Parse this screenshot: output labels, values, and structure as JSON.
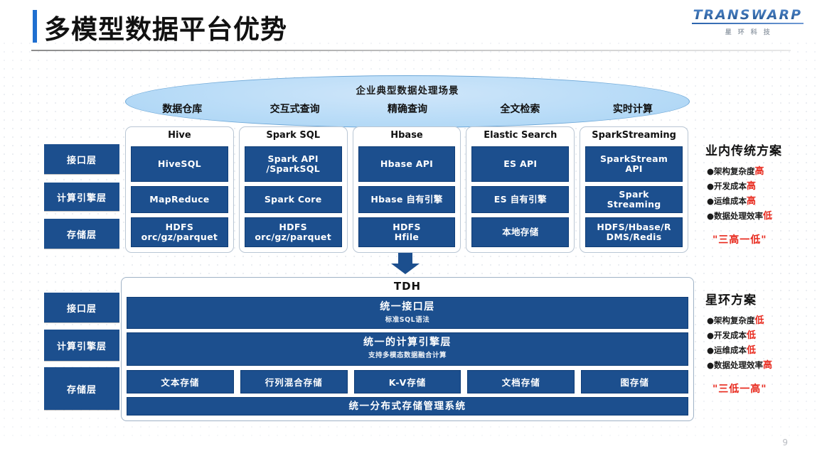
{
  "header": {
    "title": "多模型数据平台优势",
    "logo_main": "TRANSWARP",
    "logo_sub": "星环科技",
    "accent_color": "#1f6fd0"
  },
  "scenario_banner": {
    "title": "企业典型数据处理场景",
    "items": [
      "数据仓库",
      "交互式查询",
      "精确查询",
      "全文检索",
      "实时计算"
    ]
  },
  "layer_labels": {
    "interface": "接口层",
    "engine": "计算引擎层",
    "storage": "存储层"
  },
  "traditional": {
    "columns": [
      {
        "name": "Hive",
        "interface": "HiveSQL",
        "engine": "MapReduce",
        "storage": "HDFS\norc/gz/parquet"
      },
      {
        "name": "Spark SQL",
        "interface": "Spark API\n/SparkSQL",
        "engine": "Spark Core",
        "storage": "HDFS\norc/gz/parquet"
      },
      {
        "name": "Hbase",
        "interface": "Hbase API",
        "engine": "Hbase 自有引擎",
        "storage": "HDFS\nHfile"
      },
      {
        "name": "Elastic Search",
        "interface": "ES API",
        "engine": "ES 自有引擎",
        "storage": "本地存储"
      },
      {
        "name": "SparkStreaming",
        "interface": "SparkStream\nAPI",
        "engine": "Spark\nStreaming",
        "storage": "HDFS/Hbase/R\nDMS/Redis"
      }
    ]
  },
  "notes_traditional": {
    "title": "业内传统方案",
    "bullets": [
      {
        "text": "架构复杂度",
        "value": "高"
      },
      {
        "text": "开发成本",
        "value": "高"
      },
      {
        "text": "运维成本",
        "value": "高"
      },
      {
        "text": "数据处理效率",
        "value": "低"
      }
    ],
    "tagline": "\"三高一低\"",
    "highlight_color": "#e8281c"
  },
  "tdh": {
    "name": "TDH",
    "interface_layer": {
      "title": "统一接口层",
      "subtitle": "标准SQL语法"
    },
    "engine_layer": {
      "title": "统一的计算引擎层",
      "subtitle": "支持多模态数据融合计算"
    },
    "storage_items": [
      "文本存储",
      "行列混合存储",
      "K-V存储",
      "文档存储",
      "图存储"
    ],
    "storage_system": "统一分布式存储管理系统"
  },
  "notes_transwarp": {
    "title": "星环方案",
    "bullets": [
      {
        "text": "架构复杂度",
        "value": "低"
      },
      {
        "text": "开发成本",
        "value": "低"
      },
      {
        "text": "运维成本",
        "value": "低"
      },
      {
        "text": "数据处理效率",
        "value": "高"
      }
    ],
    "tagline": "\"三低一高\"",
    "highlight_color": "#e8281c"
  },
  "page_number": "9"
}
